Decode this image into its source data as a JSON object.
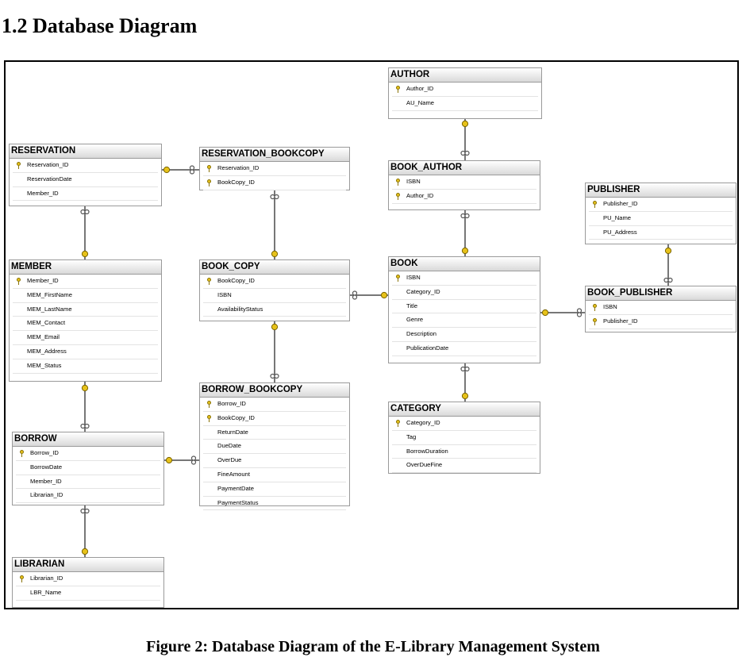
{
  "heading": "1.2 Database Diagram",
  "caption": "Figure 2: Database Diagram of the E-Library Management System",
  "tables": {
    "author": {
      "title": "AUTHOR",
      "columns": [
        "Author_ID",
        "AU_Name"
      ]
    },
    "reservation": {
      "title": "RESERVATION",
      "columns": [
        "Reservation_ID",
        "ReservationDate",
        "Member_ID"
      ]
    },
    "reservation_bookcopy": {
      "title": "RESERVATION_BOOKCOPY",
      "columns": [
        "Reservation_ID",
        "BookCopy_ID"
      ]
    },
    "book_author": {
      "title": "BOOK_AUTHOR",
      "columns": [
        "ISBN",
        "Author_ID"
      ]
    },
    "publisher": {
      "title": "PUBLISHER",
      "columns": [
        "Publisher_ID",
        "PU_Name",
        "PU_Address"
      ]
    },
    "member": {
      "title": "MEMBER",
      "columns": [
        "Member_ID",
        "MEM_FirstName",
        "MEM_LastName",
        "MEM_Contact",
        "MEM_Email",
        "MEM_Address",
        "MEM_Status"
      ]
    },
    "book_copy": {
      "title": "BOOK_COPY",
      "columns": [
        "BookCopy_ID",
        "ISBN",
        "AvailabilityStatus"
      ]
    },
    "book": {
      "title": "BOOK",
      "columns": [
        "ISBN",
        "Category_ID",
        "Title",
        "Genre",
        "Description",
        "PublicationDate"
      ]
    },
    "book_publisher": {
      "title": "BOOK_PUBLISHER",
      "columns": [
        "ISBN",
        "Publisher_ID"
      ]
    },
    "borrow_bookcopy": {
      "title": "BORROW_BOOKCOPY",
      "columns": [
        "Borrow_ID",
        "BookCopy_ID",
        "ReturnDate",
        "DueDate",
        "OverDue",
        "FineAmount",
        "PaymentDate",
        "PaymentStatus"
      ]
    },
    "category": {
      "title": "CATEGORY",
      "columns": [
        "Category_ID",
        "Tag",
        "BorrowDuration",
        "OverDueFine"
      ]
    },
    "borrow": {
      "title": "BORROW",
      "columns": [
        "Borrow_ID",
        "BorrowDate",
        "Member_ID",
        "Librarian_ID"
      ]
    },
    "librarian": {
      "title": "LIBRARIAN",
      "columns": [
        "Librarian_ID",
        "LBR_Name"
      ]
    }
  }
}
